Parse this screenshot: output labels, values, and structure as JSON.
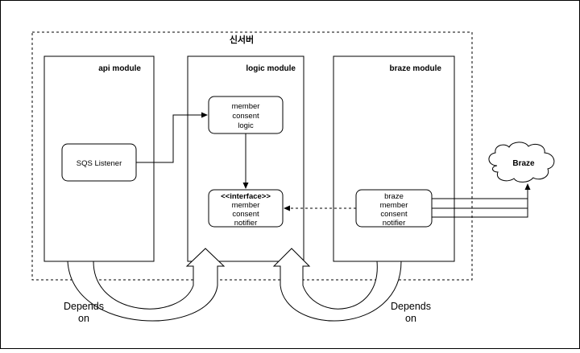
{
  "diagram": {
    "group_title": "신서버",
    "modules": {
      "api": {
        "title": "api module"
      },
      "logic": {
        "title": "logic module"
      },
      "braze": {
        "title": "braze module"
      }
    },
    "boxes": {
      "sqs_listener": {
        "lines": [
          "SQS Listener"
        ]
      },
      "member_consent_logic": {
        "lines": [
          "member",
          "consent",
          "logic"
        ]
      },
      "notifier_interface": {
        "lines": [
          "<<interface>>",
          "member",
          "consent",
          "notifier"
        ]
      },
      "braze_notifier": {
        "lines": [
          "braze",
          "member",
          "consent",
          "notifier"
        ]
      }
    },
    "external": {
      "label": "Braze"
    },
    "dependency_labels": {
      "left": [
        "Depends",
        "on"
      ],
      "right": [
        "Depends",
        "on"
      ]
    }
  }
}
